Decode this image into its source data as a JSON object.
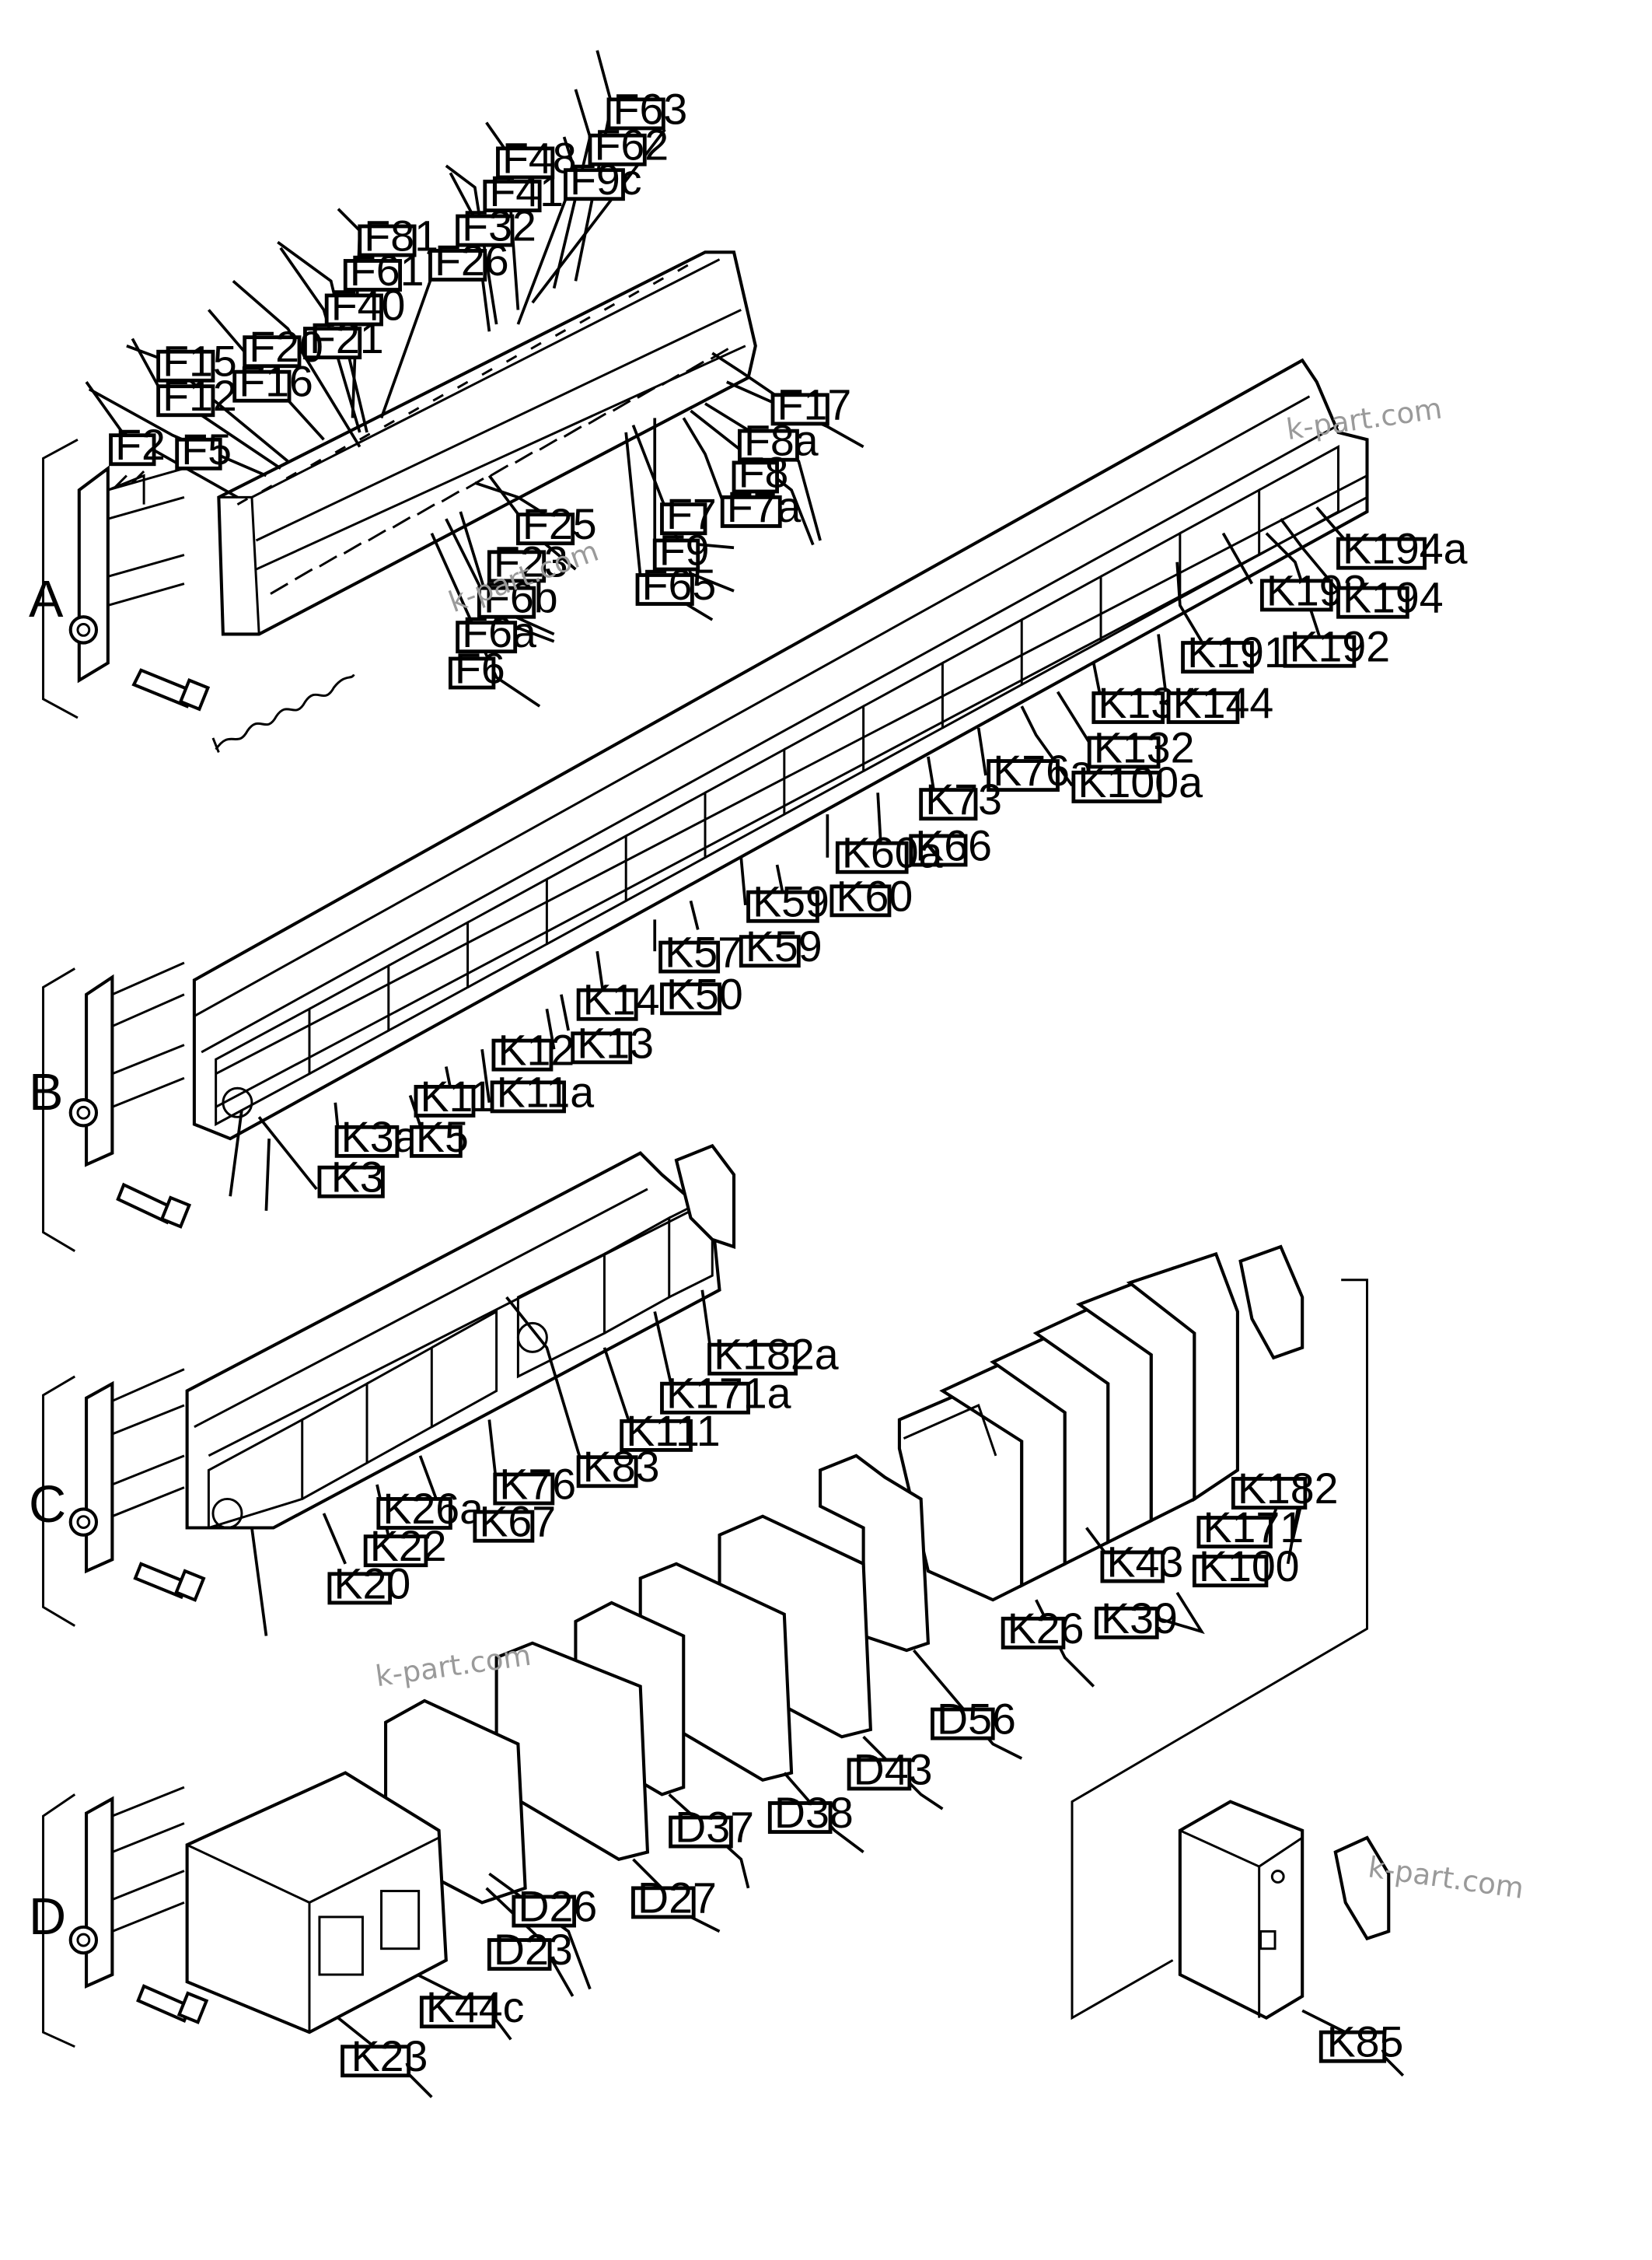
{
  "sections": [
    "A",
    "B",
    "C",
    "D"
  ],
  "watermark": [
    "k-part.com",
    "k-part.com",
    "k-part.com",
    "k-part.com"
  ],
  "labels": {
    "F63": "F63",
    "F62": "F62",
    "F48": "F48",
    "F9c": "F9c",
    "F41": "F41",
    "F32": "F32",
    "F81": "F81",
    "F26": "F26",
    "F61": "F61",
    "F40": "F40",
    "F21": "F21",
    "F20": "F20",
    "F15": "F15",
    "F16": "F16",
    "F12": "F12",
    "F2": "F2",
    "F5": "F5",
    "F17": "F17",
    "F8a": "F8a",
    "F8": "F8",
    "F7a": "F7a",
    "F25": "F25",
    "F7": "F7",
    "F23": "F23",
    "F9": "F9",
    "F6b": "F6b",
    "F65": "F65",
    "F6a": "F6a",
    "F6": "F6",
    "K194a": "K194a",
    "K193": "K193",
    "K194": "K194",
    "K192": "K192",
    "K191": "K191",
    "K134": "K134",
    "K144": "K144",
    "K132": "K132",
    "K76a": "K76a",
    "K100a": "K100a",
    "K73": "K73",
    "K66": "K66",
    "K60a": "K60a",
    "K59a": "K59a",
    "K60": "K60",
    "K57": "K57",
    "K59": "K59",
    "K14": "K14",
    "K50": "K50",
    "K12": "K12",
    "K13": "K13",
    "K11": "K11",
    "K11a": "K11a",
    "K3a": "K3a",
    "K5": "K5",
    "K3": "K3",
    "K182a": "K182a",
    "K171a": "K171a",
    "K111": "K111",
    "K83": "K83",
    "K76": "K76",
    "K26a": "K26a",
    "K67": "K67",
    "K22": "K22",
    "K20": "K20",
    "K182": "K182",
    "K171": "K171",
    "K43": "K43",
    "K100": "K100",
    "K39": "K39",
    "K26": "K26",
    "D56": "D56",
    "D43": "D43",
    "D38": "D38",
    "D37": "D37",
    "D27": "D27",
    "D26": "D26",
    "D23": "D23",
    "K44c": "K44c",
    "K23": "K23",
    "K85": "K85"
  }
}
